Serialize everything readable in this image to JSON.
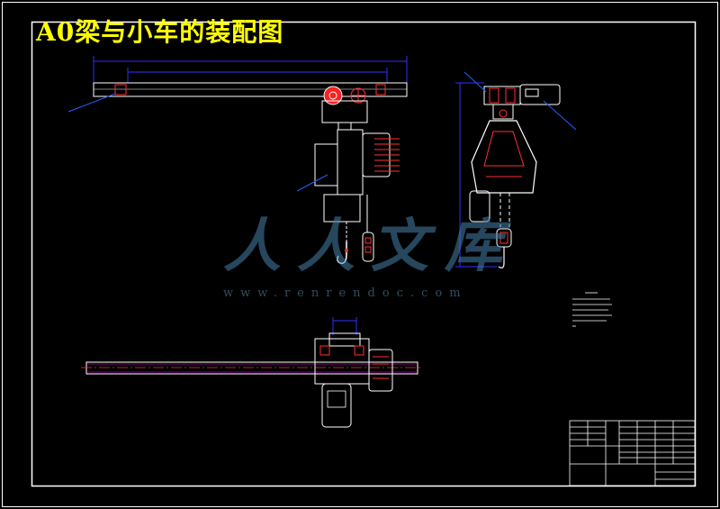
{
  "title": "A0梁与小车的装配图",
  "watermark": {
    "brand": "人人文库",
    "url": "www.renrendoc.com"
  },
  "colors": {
    "background": "#000000",
    "frame": "#ffffff",
    "title": "#ffff00",
    "outline": "#ffffff",
    "dimension": "#3030ff",
    "detail": "#ff3030",
    "hatch": "#ff00ff",
    "leader": "#2060ff",
    "watermark": "#3d7eaa"
  }
}
